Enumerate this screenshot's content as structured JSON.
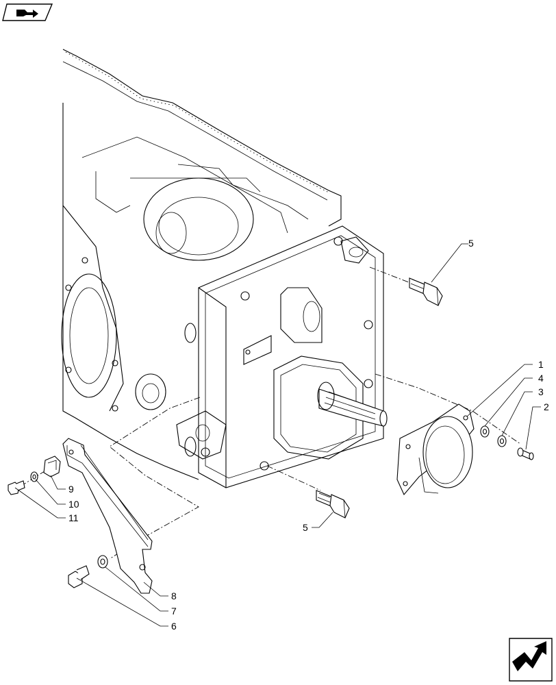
{
  "icons": {
    "top_left": "book-arrow-icon",
    "bottom_right": "next-page-arrow-icon"
  },
  "callouts": [
    {
      "id": "c1",
      "text": "1"
    },
    {
      "id": "c2",
      "text": "2"
    },
    {
      "id": "c3",
      "text": "3"
    },
    {
      "id": "c4",
      "text": "4"
    },
    {
      "id": "c5a",
      "text": "5"
    },
    {
      "id": "c5b",
      "text": "5"
    },
    {
      "id": "c6",
      "text": "6"
    },
    {
      "id": "c7",
      "text": "7"
    },
    {
      "id": "c8",
      "text": "8"
    },
    {
      "id": "c9",
      "text": "9"
    },
    {
      "id": "c10",
      "text": "10"
    },
    {
      "id": "c11",
      "text": "11"
    }
  ]
}
